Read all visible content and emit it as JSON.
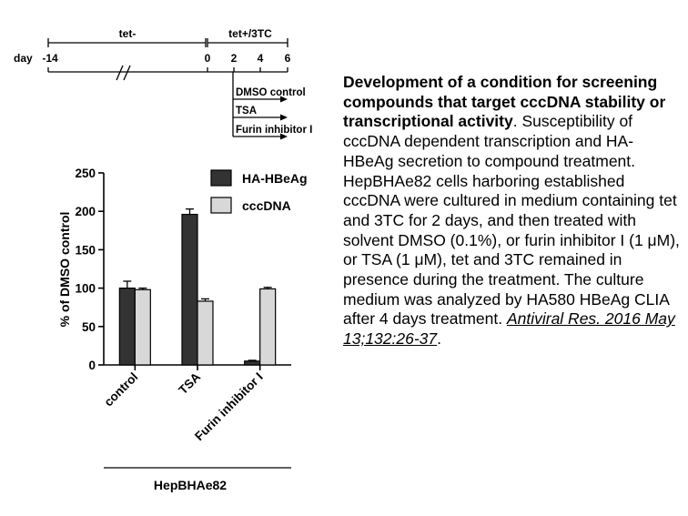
{
  "timeline": {
    "segment_before": "tet-",
    "segment_after": "tet+/3TC",
    "day_label": "day",
    "ticks": [
      "-14",
      "0",
      "2",
      "4",
      "6"
    ],
    "treatments": [
      "DMSO control",
      "TSA",
      "Furin inhibitor I"
    ]
  },
  "chart_data": {
    "type": "bar",
    "ylabel": "% of DMSO control",
    "ylim": [
      0,
      250
    ],
    "yticks": [
      "0",
      "50",
      "100",
      "150",
      "200",
      "250"
    ],
    "categories": [
      "control",
      "TSA",
      "Furin inhibitor I"
    ],
    "group_label": "HepBHAe82",
    "legend_position": "top-right",
    "series": [
      {
        "name": "HA-HBeAg",
        "color": "#333333",
        "values": [
          100,
          196,
          5
        ],
        "errors": [
          9,
          7,
          1
        ]
      },
      {
        "name": "cccDNA",
        "color": "#d8d8d8",
        "values": [
          98,
          83,
          99
        ],
        "errors": [
          2,
          3,
          2
        ]
      }
    ]
  },
  "caption": {
    "title": "Development of a condition for screening compounds that target cccDNA stability or transcriptional activity",
    "body": ". Susceptibility of cccDNA dependent transcription and HA-HBeAg secretion to compound treatment. HepBHAe82 cells harboring established cccDNA were cultured in medium containing tet and 3TC for 2 days, and then treated with solvent DMSO (0.1%), or furin inhibitor I (1 μM), or TSA (1 μM), tet and 3TC remained in presence during the treatment. The culture medium was analyzed by HA580 HBeAg CLIA after 4 days treatment. ",
    "citation": "Antiviral Res. 2016 May 13;132:26-37",
    "end": "."
  }
}
